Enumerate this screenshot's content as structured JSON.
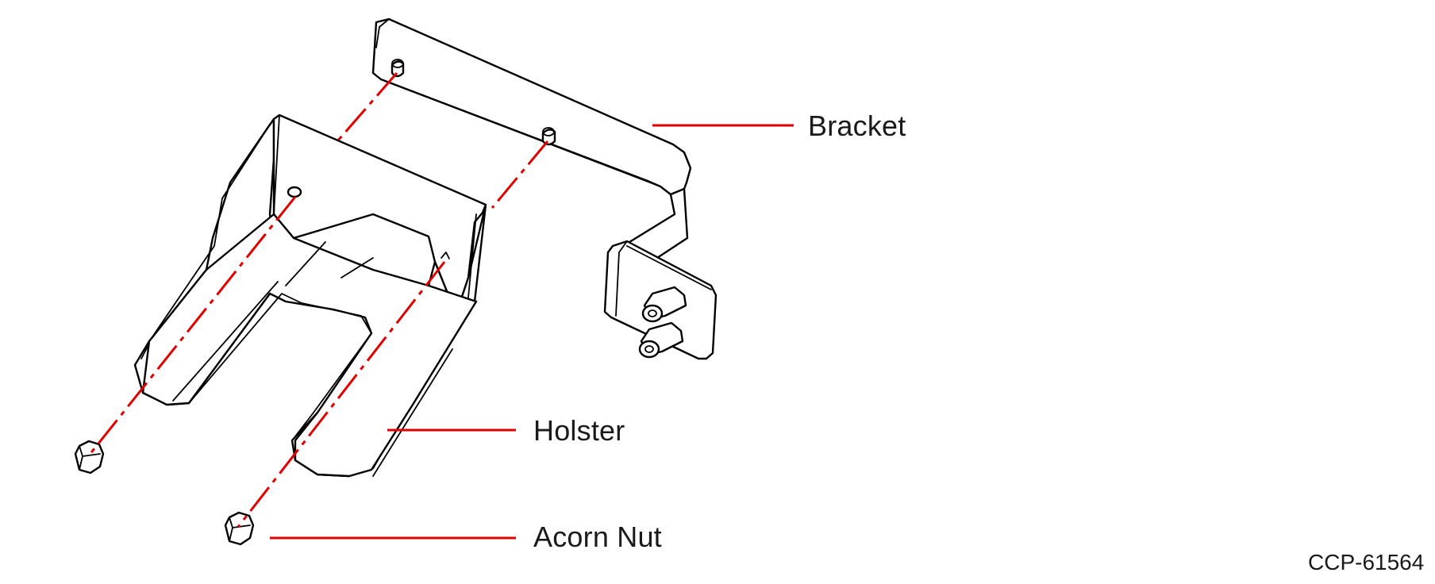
{
  "labels": {
    "bracket": "Bracket",
    "holster": "Holster",
    "acorn_nut": "Acorn Nut"
  },
  "document_id": "CCP-61564",
  "colors": {
    "leader_line": "#e00000",
    "assembly_axis": "#e00000",
    "part_outline": "#000000",
    "text": "#1a1a1a",
    "background": "#ffffff"
  }
}
